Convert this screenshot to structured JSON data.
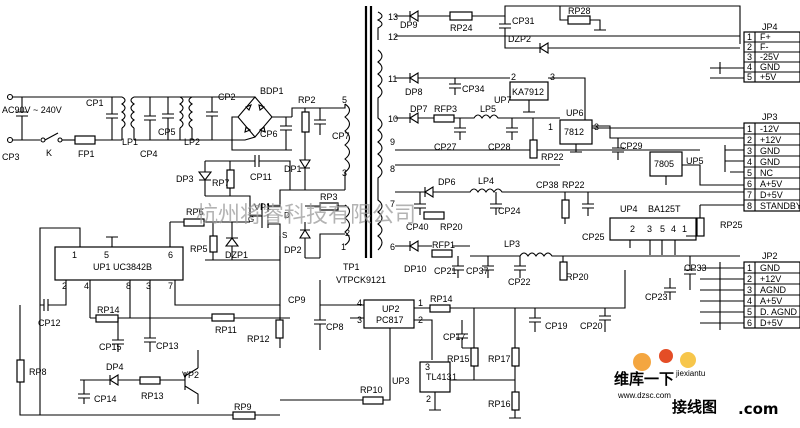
{
  "input": {
    "voltage": "AC90V ~ 240V"
  },
  "labels": {
    "cp1": "CP1",
    "lp1": "LP1",
    "cp4": "CP4",
    "cp5": "CP5",
    "lp2": "LP2",
    "cp2": "CP2",
    "bdp1": "BDP1",
    "cp6": "CP6",
    "rp2": "RP2",
    "cp7": "CP7",
    "cp3": "CP3",
    "k": "K",
    "fp1": "FP1",
    "dp3": "DP3",
    "rp7": "RP7",
    "cp11": "CP11",
    "dp1": "DP1",
    "dp2": "DP2",
    "vp1": "VP1",
    "g": "G",
    "d": "D",
    "s": "S",
    "rp6": "RP6",
    "rp5": "RP5",
    "dzp1": "DZP1",
    "rp3": "RP3",
    "up1_name": "UP1",
    "up1_part": "UC3842B",
    "pin1": "1",
    "pin2": "2",
    "pin3": "3",
    "pin4": "4",
    "pin5": "5",
    "pin6": "6",
    "pin7": "7",
    "pin8": "8",
    "pin9": "9",
    "pin10": "10",
    "pin11": "11",
    "pin12": "12",
    "pin13": "13",
    "cp12": "CP12",
    "rp14": "RP14",
    "rp11": "RP11",
    "rp12": "RP12",
    "cp9": "CP9",
    "cp8": "CP8",
    "cp15": "CP15",
    "cp13": "CP13",
    "rp8": "RP8",
    "dp4": "DP4",
    "rp13": "RP13",
    "vp2": "VP2",
    "cp14": "CP14",
    "rp9": "RP9",
    "rp10": "RP10",
    "tp1": "TP1",
    "tp1_part": "VTPCK9121",
    "up2": "UP2",
    "up2_part": "PC817",
    "rp14b": "RP14",
    "cp17": "CP17",
    "rp15": "RP15",
    "up3": "UP3",
    "up3_part": "TL413",
    "rp17": "RP17",
    "rp16": "RP16",
    "cp19": "CP19",
    "cp20": "CP20",
    "dp9": "DP9",
    "rp24": "RP24",
    "cp31": "CP31",
    "rp28": "RP28",
    "dzp2": "DZP2",
    "dp8": "DP8",
    "cp34": "CP34",
    "up7": "UP7",
    "up7_part": "KA7912",
    "dp7": "DP7",
    "rfp3": "RFP3",
    "lp5": "LP5",
    "up6": "UP6",
    "up6_part": "7812",
    "cp27": "CP27",
    "cp28": "CP28",
    "rp22": "RP22",
    "cp29": "CP29",
    "up5_part": "7805",
    "up5": "UP5",
    "dp6": "DP6",
    "lp4": "LP4",
    "cp38": "CP38",
    "rp22b": "RP22",
    "cp40": "CP40",
    "rp20": "RP20",
    "cp24": "CP24",
    "cp25": "CP25",
    "dp10": "DP10",
    "rfp1": "RFP1",
    "lp3": "LP3",
    "cp21": "CP21",
    "cp37": "CP37",
    "cp22": "CP22",
    "rp20b": "RP20",
    "up4": "UP4",
    "up4_part": "BA125T",
    "rp25": "RP25",
    "cp33": "CP33",
    "cp23": "CP23"
  },
  "connectors": {
    "jp4": {
      "name": "JP4",
      "pins": [
        {
          "n": "1",
          "label": "F+"
        },
        {
          "n": "2",
          "label": "F-"
        },
        {
          "n": "3",
          "label": "-25V"
        },
        {
          "n": "4",
          "label": "GND"
        },
        {
          "n": "5",
          "label": "+5V"
        }
      ]
    },
    "jp3": {
      "name": "JP3",
      "pins": [
        {
          "n": "1",
          "label": "-12V"
        },
        {
          "n": "2",
          "label": "+12V"
        },
        {
          "n": "3",
          "label": "GND"
        },
        {
          "n": "4",
          "label": "GND"
        },
        {
          "n": "5",
          "label": "NC"
        },
        {
          "n": "6",
          "label": "A+5V"
        },
        {
          "n": "7",
          "label": "D+5V"
        },
        {
          "n": "8",
          "label": "STANDBY"
        }
      ]
    },
    "jp2": {
      "name": "JP2",
      "pins": [
        {
          "n": "1",
          "label": "GND"
        },
        {
          "n": "2",
          "label": "+12V"
        },
        {
          "n": "3",
          "label": "AGND"
        },
        {
          "n": "4",
          "label": "A+5V"
        },
        {
          "n": "5",
          "label": "D. AGND"
        },
        {
          "n": "6",
          "label": "D+5V"
        }
      ]
    }
  },
  "watermark": {
    "text": "杭州将睿科技有限公司",
    "logo_line1": "维库一下",
    "logo_url": "www.dzsc.com",
    "logo_sub": "接线图",
    "logo_site": "jiexiantu",
    "logo_com": ".com"
  }
}
